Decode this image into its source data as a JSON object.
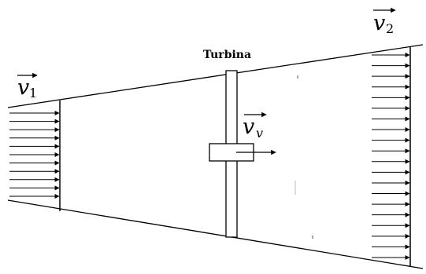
{
  "labels": {
    "turbine": "Turbina",
    "v1_base": "v",
    "v1_sub": "1",
    "v2_base": "v",
    "v2_sub": "2",
    "vv_base": "v",
    "vv_sub": "v"
  },
  "arrow_rows": {
    "inlet": 11,
    "outlet": 20
  },
  "colors": {
    "stroke": "#000000",
    "background": "#ffffff"
  }
}
